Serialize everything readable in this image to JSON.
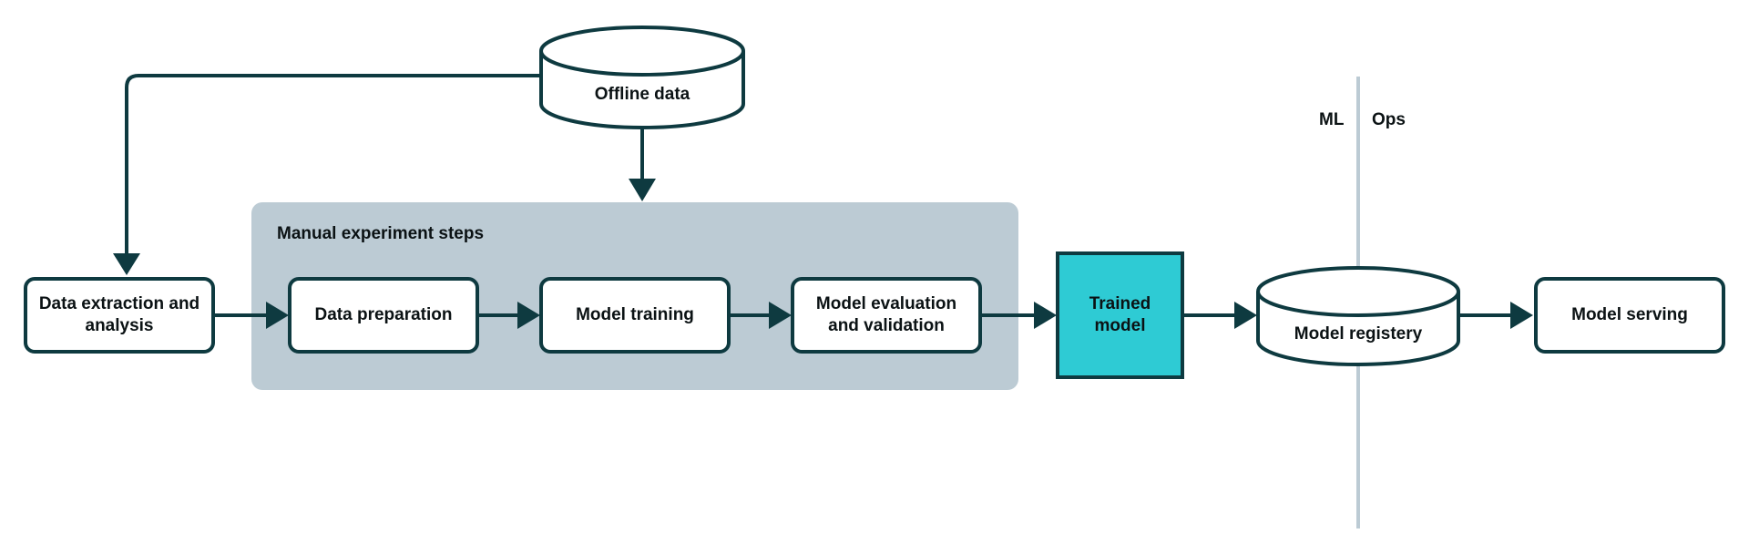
{
  "colors": {
    "stroke": "#0e3a40",
    "group_fill": "#bccbd4",
    "trained_fill": "#2ecbd4",
    "divider": "#bccbd4",
    "text": "#0b1214"
  },
  "group": {
    "label": "Manual experiment steps"
  },
  "nodes": {
    "offline_data": "Offline data",
    "data_extraction": "Data extraction and analysis",
    "data_preparation": "Data preparation",
    "model_training": "Model training",
    "model_evaluation": "Model evaluation and validation",
    "trained_model": "Trained model",
    "model_registry": "Model registery",
    "model_serving": "Model serving"
  },
  "divider": {
    "left_label": "ML",
    "right_label": "Ops"
  }
}
